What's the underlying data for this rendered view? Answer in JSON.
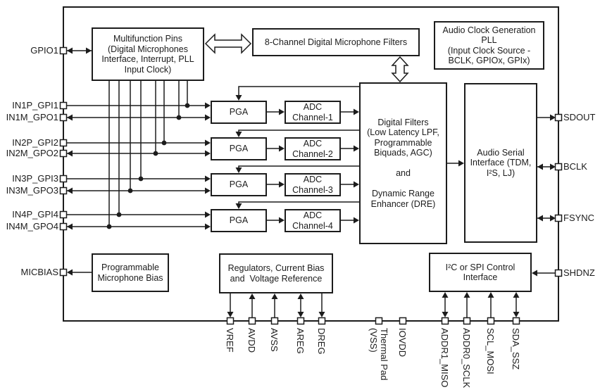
{
  "figure": {
    "background": "#ffffff",
    "line_color": "#1c1c1c"
  },
  "blocks": {
    "multifunction_pins": {
      "label": "Multifunction Pins\n(Digital Microphones\nInterface, Interrupt, PLL\nInput Clock)"
    },
    "digital_mic_filters": {
      "label": "8-Channel Digital Microphone Filters"
    },
    "audio_clock_pll": {
      "label": "Audio Clock Generation\nPLL\n(Input Clock Source -\nBCLK, GPIOx, GPIx)"
    },
    "channels": [
      {
        "pga": "PGA",
        "adc": "ADC\nChannel-1"
      },
      {
        "pga": "PGA",
        "adc": "ADC\nChannel-2"
      },
      {
        "pga": "PGA",
        "adc": "ADC\nChannel-3"
      },
      {
        "pga": "PGA",
        "adc": "ADC\nChannel-4"
      }
    ],
    "digital_filters": {
      "label": "Digital Filters\n(Low Latency LPF,\nProgrammable\nBiquads, AGC)\n\nand\n\nDynamic Range\nEnhancer (DRE)"
    },
    "audio_serial_interface": {
      "label": "Audio Serial\nInterface (TDM,\nI²S, LJ)"
    },
    "mic_bias": {
      "label": "Programmable\nMicrophone Bias"
    },
    "regulators": {
      "label": "Regulators, Current Bias\nand  Voltage Reference"
    },
    "control_interface": {
      "label": "I²C or SPI Control\nInterface"
    }
  },
  "pins": {
    "left": [
      "GPIO1",
      "IN1P_GPI1",
      "IN1M_GPO1",
      "IN2P_GPI2",
      "IN2M_GPO2",
      "IN3P_GPI3",
      "IN3M_GPO3",
      "IN4P_GPI4",
      "IN4M_GPO4",
      "MICBIAS"
    ],
    "right": [
      "SDOUT",
      "BCLK",
      "FSYNC",
      "SHDNZ"
    ],
    "bottom": [
      "VREF",
      "AVDD",
      "AVSS",
      "AREG",
      "DREG",
      "Thermal Pad\n(VSS)",
      "IOVDD",
      "ADDR1_MISO",
      "ADDR0_SCLK",
      "SCL_MOSI",
      "SDA_SSZ"
    ]
  }
}
